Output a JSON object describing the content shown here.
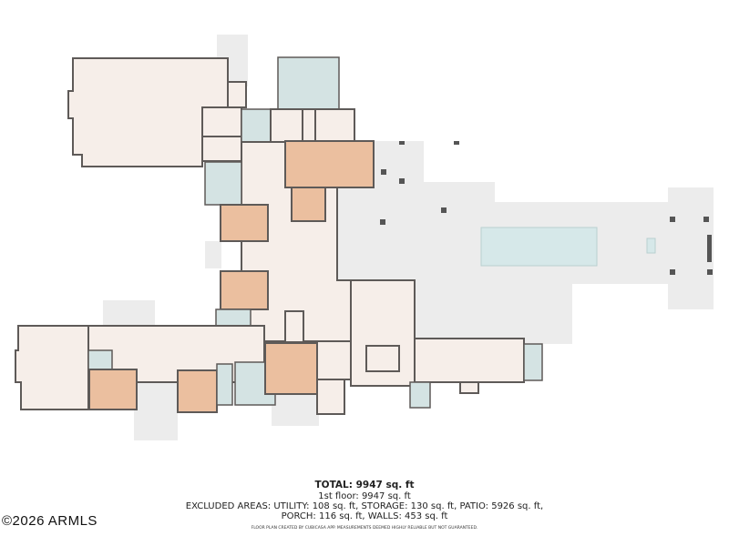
{
  "summary": {
    "total": "TOTAL: 9947 sq. ft",
    "floor_1": "1st floor: 9947 sq. ft",
    "excluded_line1": "EXCLUDED AREAS: UTILITY: 108 sq. ft, STORAGE: 130 sq. ft, PATIO: 5926 sq. ft,",
    "excluded_line2": "PORCH: 116 sq. ft, WALLS: 453 sq. ft",
    "credit": "FLOOR PLAN CREATED BY CUBICASA APP. MEASUREMENTS DEEMED HIGHLY RELIABLE BUT NOT GUARANTEED."
  },
  "watermark": "©2026 ARMLS",
  "colors": {
    "room": "#f6eee9",
    "bedroom": "#ebbf9f",
    "bathroom": "#d4e3e3",
    "patio": "#ececec",
    "pool": "#d6e8e9",
    "wall": "#5e5a58"
  }
}
